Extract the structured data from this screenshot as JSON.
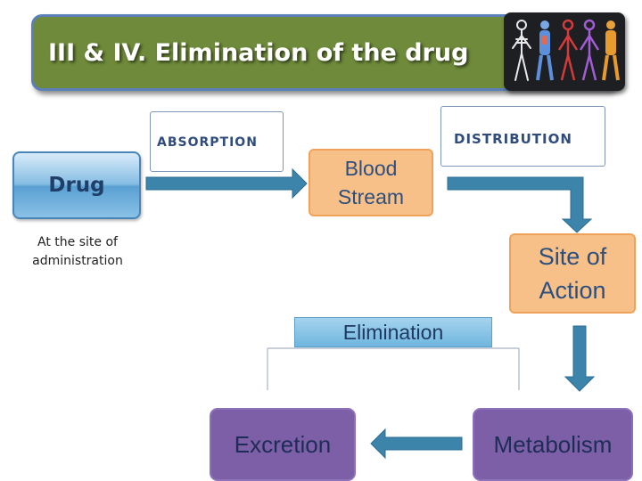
{
  "title": "III & IV. Elimination of the drug",
  "icons": {
    "anatomy": "human-anatomy-image"
  },
  "labels": {
    "absorption": "ABSORPTION",
    "distribution": "DISTRIBUTION"
  },
  "nodes": {
    "drug": "Drug",
    "site_of_administration": [
      "At the site of",
      "administration"
    ],
    "blood_stream": [
      "Blood",
      "Stream"
    ],
    "site_of_action": [
      "Site of",
      "Action"
    ],
    "elimination": "Elimination",
    "excretion": "Excretion",
    "metabolism": "Metabolism"
  },
  "colors": {
    "title_banner": "#6e8a3a",
    "arrow": "#3d84ab",
    "orange_box": "#f8c089",
    "purple_box": "#7d5fa8",
    "blue_box": "#6fb6df"
  }
}
